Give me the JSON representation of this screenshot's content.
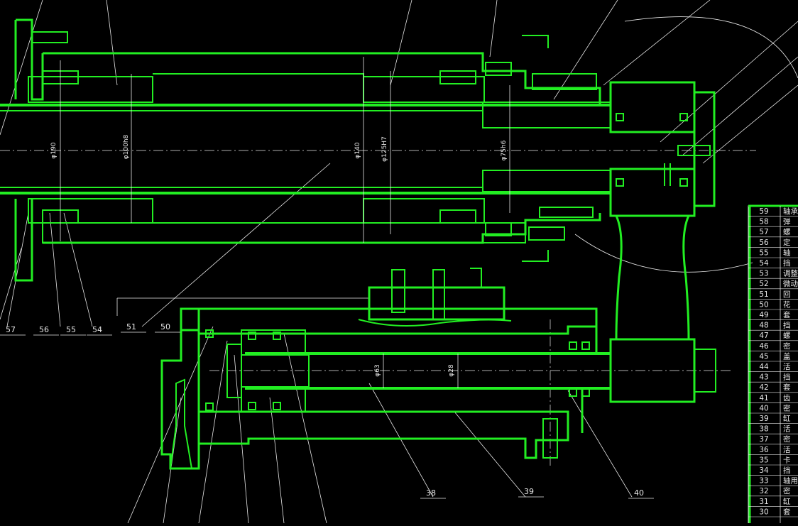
{
  "drawing": {
    "colors": {
      "background": "#000000",
      "outline": "#22ee22",
      "annotation": "#e8e8e8"
    },
    "dimensions": [
      "φ190",
      "φ100h8",
      "φ140",
      "φ125H7",
      "φ75h6",
      "φ63",
      "φ28"
    ],
    "balloons": [
      {
        "label": "57"
      },
      {
        "label": "56"
      },
      {
        "label": "55"
      },
      {
        "label": "54"
      },
      {
        "label": "51"
      },
      {
        "label": "50"
      },
      {
        "label": "38"
      },
      {
        "label": "39"
      },
      {
        "label": "40"
      }
    ],
    "parts_list": [
      {
        "no": "59",
        "name": "轴承"
      },
      {
        "no": "58",
        "name": "弹"
      },
      {
        "no": "57",
        "name": "螺"
      },
      {
        "no": "56",
        "name": "定"
      },
      {
        "no": "55",
        "name": "轴"
      },
      {
        "no": "54",
        "name": "挡"
      },
      {
        "no": "53",
        "name": "调整"
      },
      {
        "no": "52",
        "name": "微动"
      },
      {
        "no": "51",
        "name": "回"
      },
      {
        "no": "50",
        "name": "花"
      },
      {
        "no": "49",
        "name": "套"
      },
      {
        "no": "48",
        "name": "挡"
      },
      {
        "no": "47",
        "name": "螺"
      },
      {
        "no": "46",
        "name": "密"
      },
      {
        "no": "45",
        "name": "盖"
      },
      {
        "no": "44",
        "name": "活"
      },
      {
        "no": "43",
        "name": "挡"
      },
      {
        "no": "42",
        "name": "套"
      },
      {
        "no": "41",
        "name": "齿"
      },
      {
        "no": "40",
        "name": "密"
      },
      {
        "no": "39",
        "name": "缸"
      },
      {
        "no": "38",
        "name": "活"
      },
      {
        "no": "37",
        "name": "密"
      },
      {
        "no": "36",
        "name": "活"
      },
      {
        "no": "35",
        "name": "卡"
      },
      {
        "no": "34",
        "name": "挡"
      },
      {
        "no": "33",
        "name": "轴用"
      },
      {
        "no": "32",
        "name": "密"
      },
      {
        "no": "31",
        "name": "缸"
      },
      {
        "no": "30",
        "name": "套"
      }
    ]
  }
}
